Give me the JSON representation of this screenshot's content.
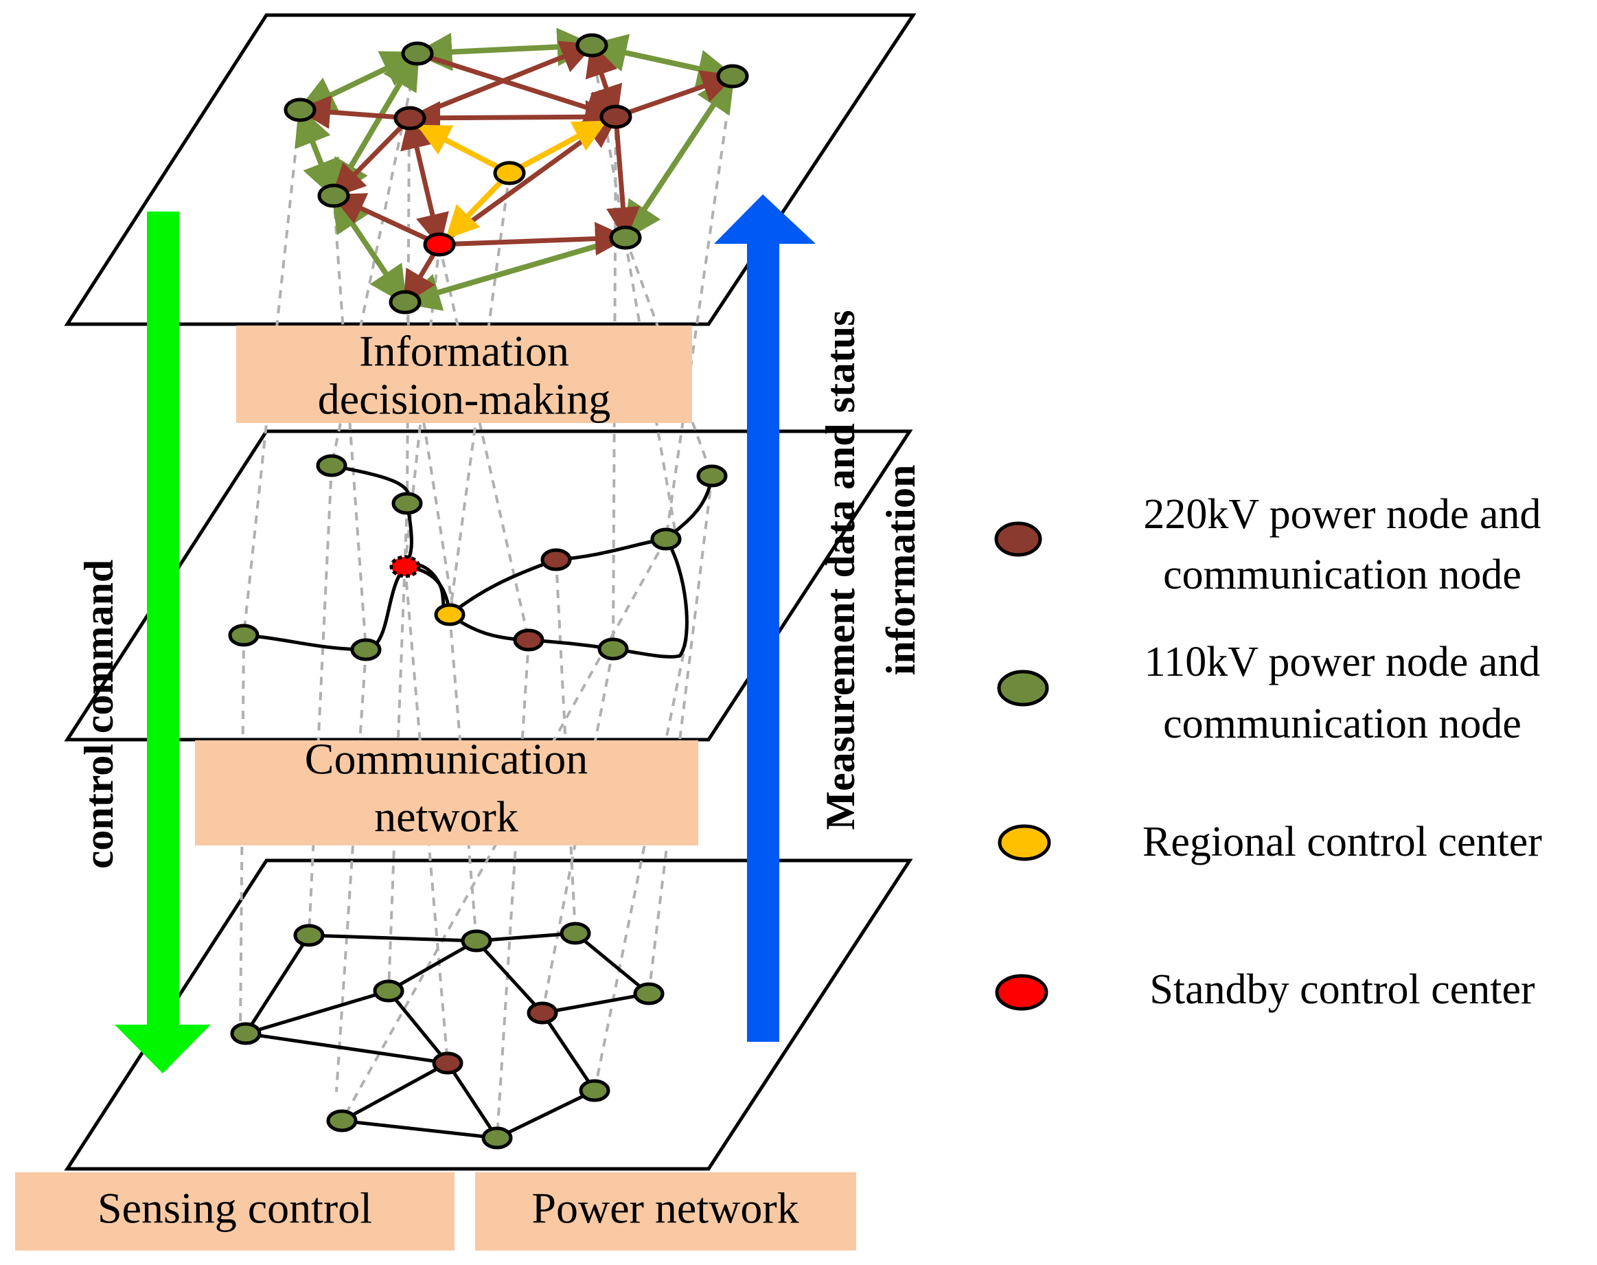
{
  "layers": {
    "information": {
      "label_line1": "Information",
      "label_line2": "decision-making"
    },
    "communication": {
      "label_line1": "Communication",
      "label_line2": "network"
    },
    "power": {
      "label_left": "Sensing control",
      "label_right": "Power network"
    }
  },
  "arrows": {
    "down": {
      "label": "control command",
      "color": "#00f700"
    },
    "up": {
      "label_line1": "Measurement data and status",
      "label_line2": "information",
      "color": "#0059f2"
    }
  },
  "legend": [
    {
      "label_line1": "220kV power node and",
      "label_line2": "communication node",
      "color": "#8b3a2f",
      "icon": "node-220kv-icon"
    },
    {
      "label_line1": "110kV power node and",
      "label_line2": "communication node",
      "color": "#6e8b3d",
      "icon": "node-110kv-icon"
    },
    {
      "label_line1": "Regional control center",
      "label_line2": "",
      "color": "#ffc000",
      "icon": "regional-control-center-icon"
    },
    {
      "label_line1": "Standby control center",
      "label_line2": "",
      "color": "#ff0000",
      "icon": "standby-control-center-icon"
    }
  ],
  "colors": {
    "edge_220": "#943c2e",
    "edge_110": "#74963c",
    "edge_regional": "#ffc000",
    "label_box": "#f8c9a3",
    "dashed": "#b0b0b0"
  }
}
